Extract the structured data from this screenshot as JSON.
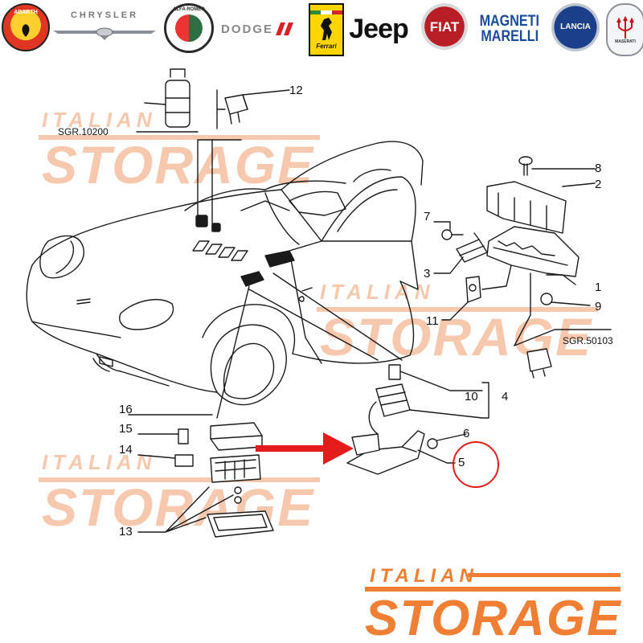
{
  "brands": {
    "abarth": "ABARTH",
    "chrysler": "CHRYSLER",
    "alfa_romeo": "ALFA ROMEO",
    "dodge": "DODGE",
    "ferrari": "Ferrari",
    "jeep": "Jeep",
    "fiat": "FIAT",
    "magneti_marelli_line1": "MAGNETI",
    "magneti_marelli_line2": "MARELLI",
    "lancia": "LANCIA",
    "maserati": "MASERATI"
  },
  "watermark": {
    "line1": "ITALIAN",
    "line2": "STORAGE"
  },
  "references": {
    "sgr_10200": "SGR.10200",
    "sgr_50103": "SGR.50103"
  },
  "callouts": {
    "c1": "1",
    "c2": "2",
    "c3": "3",
    "c4": "4",
    "c5": "5",
    "c6": "6",
    "c7": "7",
    "c8": "8",
    "c9": "9",
    "c10": "10",
    "c11": "11",
    "c12": "12",
    "c13": "13",
    "c14": "14",
    "c15": "15",
    "c16": "16"
  },
  "logo": {
    "line1": "ITALIAN",
    "line2": "STORAGE"
  },
  "colors": {
    "line": "#1a1a1a",
    "watermark": "#f6c8ad",
    "logo_orange": "#f07f33",
    "highlight_red": "#e41b1b"
  }
}
